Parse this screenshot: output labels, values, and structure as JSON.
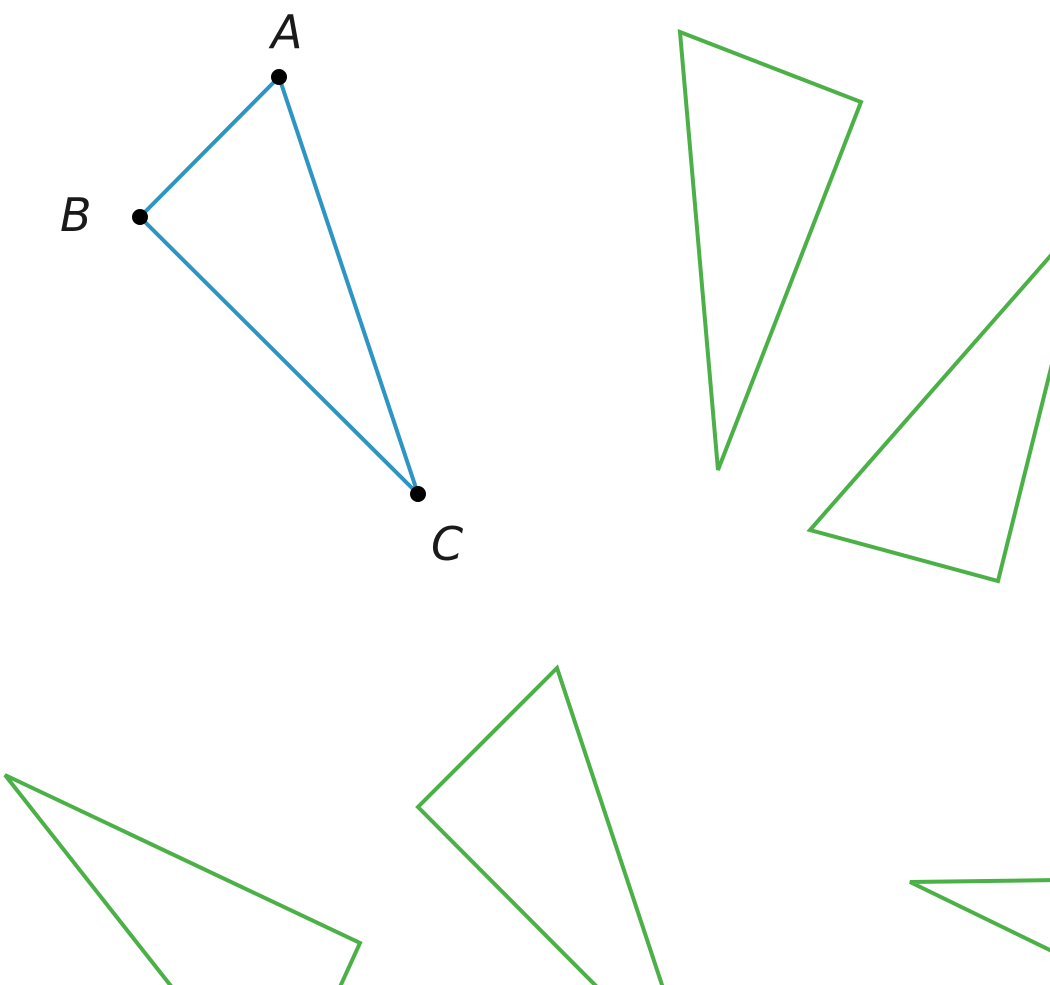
{
  "figure": {
    "labels": {
      "a": "A",
      "b": "B",
      "c": "C"
    },
    "colors": {
      "original_triangle": "#2e94c4",
      "copies": "#4bb147",
      "points": "#000000",
      "text": "#1a1a1a"
    },
    "shapes": {
      "original_triangle_count": 1,
      "green_triangle_count": 5
    }
  }
}
